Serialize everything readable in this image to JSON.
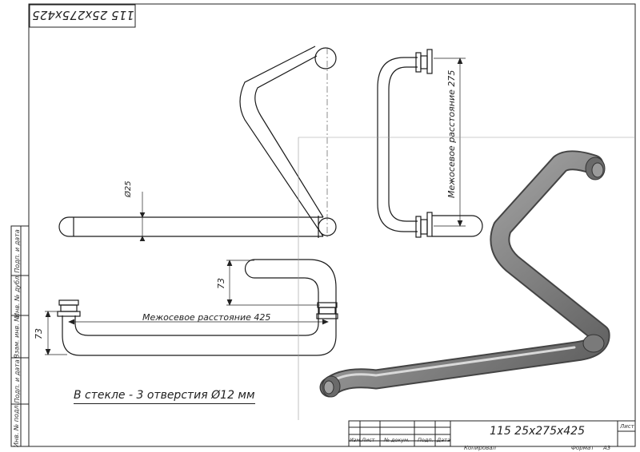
{
  "top_stamp": "115 25x275x425",
  "labels": {
    "diameter": "Ø25",
    "center_distance_275": "Межосевое расстояние 275",
    "center_distance_425": "Межосевое расстояние 425",
    "dim_73_a": "73",
    "dim_73_b": "73",
    "note": "В стекле - 3 отверстия Ø12 мм"
  },
  "side_strip": [
    "Подп. и дата",
    "Инв. № дубл.",
    "Взам. инв. №",
    "Подп. и дата",
    "Инв. № подл."
  ],
  "title_block": {
    "designation": "115 25x275x425",
    "sheet_label": "Лист",
    "cols": [
      "Изм.",
      "Лист",
      "№ докум.",
      "Подп.",
      "Дата"
    ],
    "copied": "Копировал",
    "format_label": "Формат",
    "format_value": "А3"
  },
  "colors": {
    "line": "#1a1a1a",
    "render_fill": "#8f8f8f",
    "render_dark": "#5a5a5a",
    "render_light": "#c8c8c8"
  }
}
